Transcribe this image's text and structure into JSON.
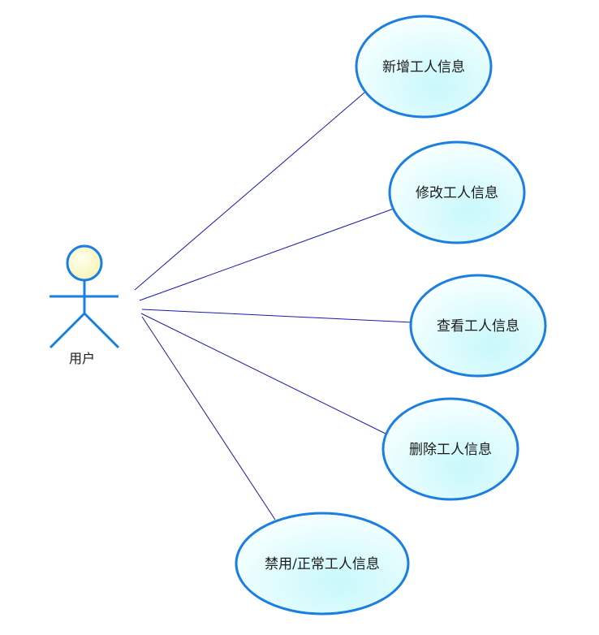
{
  "actor": {
    "label": "用户",
    "icon": "stick-figure-icon",
    "head_color": "#fdfbd0",
    "stroke_color": "#1a7fe0"
  },
  "use_cases": [
    {
      "label": "新增工人信息"
    },
    {
      "label": "修改工人信息"
    },
    {
      "label": "查看工人信息"
    },
    {
      "label": "删除工人信息"
    },
    {
      "label": "禁用/正常工人信息"
    }
  ],
  "colors": {
    "ellipse_fill": "#d6fafc",
    "ellipse_stroke": "#1a7fe0",
    "association_line": "#1a1aa8"
  }
}
